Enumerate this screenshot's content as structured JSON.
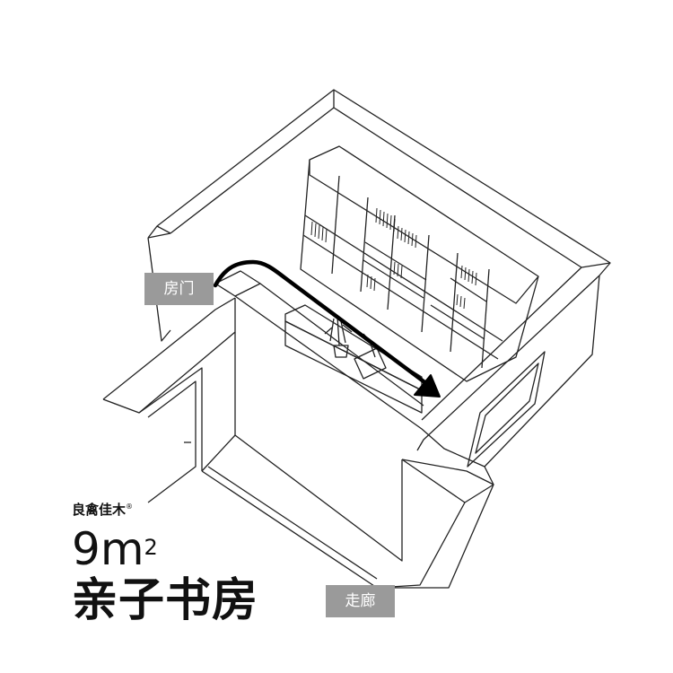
{
  "labels": {
    "door": "房门",
    "corridor": "走廊"
  },
  "brand": {
    "name": "良禽佳木",
    "mark": "®"
  },
  "area": {
    "value": "9",
    "unit": "m",
    "unit_power": "2"
  },
  "room_title": "亲子书房",
  "colors": {
    "label_bg": "#9a9a9a",
    "line": "#111111",
    "arrow": "#000000"
  }
}
